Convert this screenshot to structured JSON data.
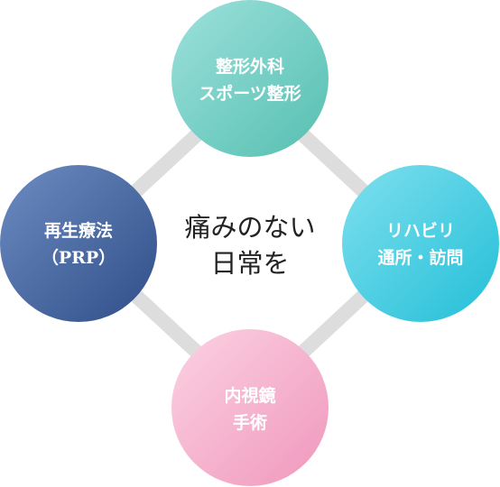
{
  "center": {
    "line1": "痛みのない",
    "line2": "日常を"
  },
  "nodes": [
    {
      "id": "top",
      "line1": "整形外科",
      "line2": "スポーツ整形",
      "color_light": "#9de1dc",
      "color_dark": "#55bfb0"
    },
    {
      "id": "right",
      "line1": "リハビリ",
      "line2": "通所・訪問",
      "color_light": "#7fe0ee",
      "color_dark": "#23bfd8"
    },
    {
      "id": "bottom",
      "line1": "内視鏡",
      "line2": "手術",
      "color_light": "#fbd2e2",
      "color_dark": "#f097bc"
    },
    {
      "id": "left",
      "line1": "再生療法",
      "line2": "（PRP）",
      "color_light": "#6d8cc2",
      "color_dark": "#2f4e88"
    }
  ],
  "colors": {
    "connector": "#dddddd",
    "background": "#ffffff"
  }
}
